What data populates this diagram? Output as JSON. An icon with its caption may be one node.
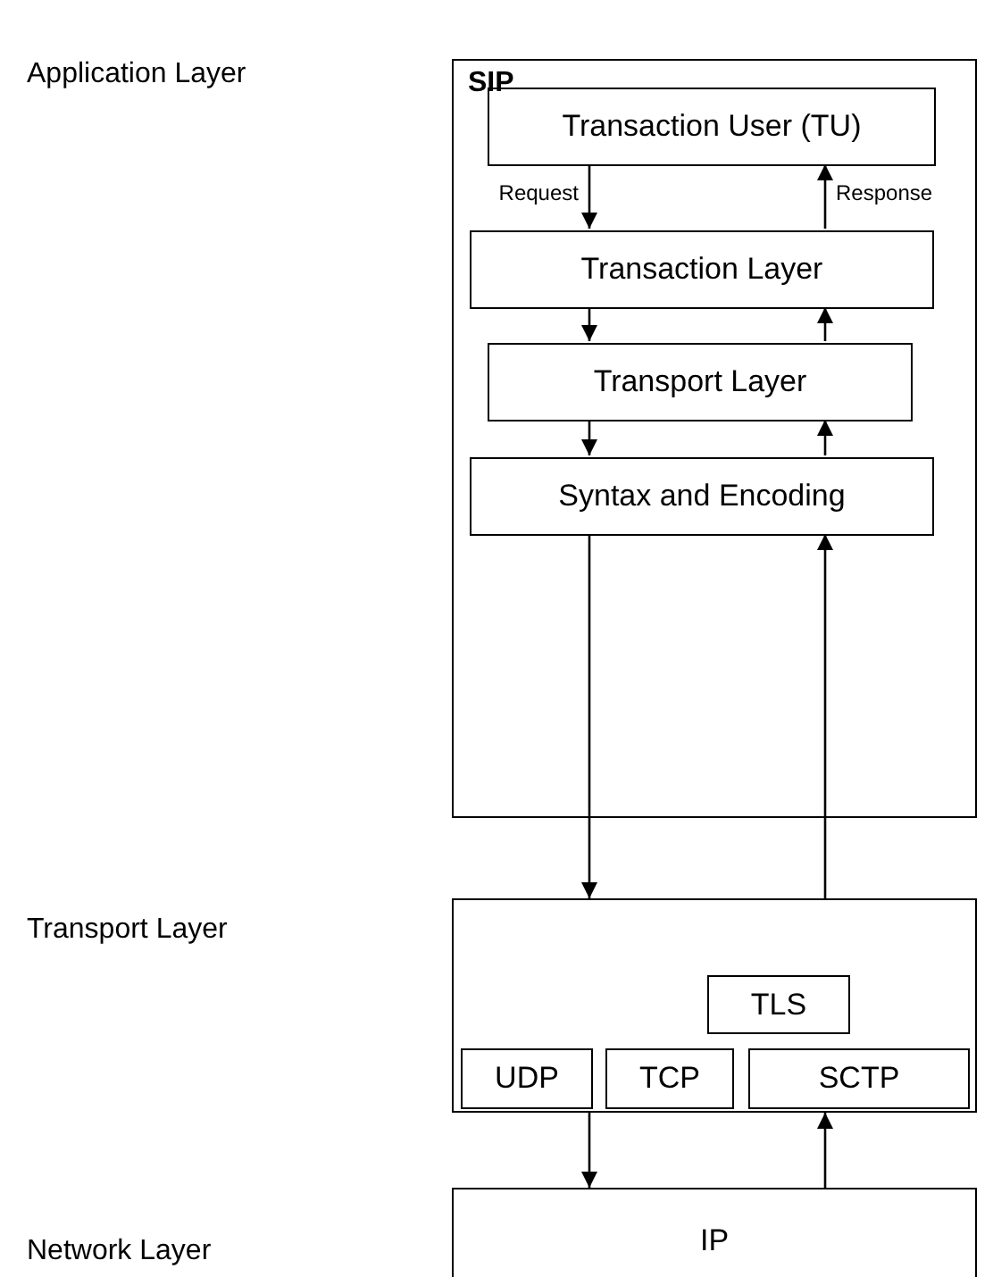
{
  "diagram": {
    "nodes": [
      {
        "text": [
          "SIP"
        ]
      },
      {
        "text": [
          "Transaction User (TU)"
        ],
        "in": 0
      },
      {
        "text": [
          "Transaction Layer"
        ],
        "in": 0
      },
      {
        "text": [
          "Transport Layer"
        ],
        "in": 0
      },
      {
        "text": [
          "Syntax and Encoding"
        ],
        "in": 0
      },
      {
        "text": [],
        "shape": "box"
      },
      {
        "text": [
          "TLS"
        ],
        "in": 5
      },
      {
        "text": [
          "UDP"
        ],
        "in": 5
      },
      {
        "text": [
          "TCP"
        ],
        "in": 5
      },
      {
        "text": [
          "SCTP"
        ],
        "in": 5
      },
      {
        "text": [
          "IP"
        ]
      }
    ],
    "edges": [
      {
        "from": 1,
        "to": 2,
        "arrow": "to",
        "label": "Request"
      },
      {
        "from": 2,
        "to": 3,
        "arrow": "to"
      },
      {
        "from": 3,
        "to": 4,
        "arrow": "to"
      },
      {
        "from": 4,
        "to": 5,
        "arrow": "to"
      },
      {
        "from": 5,
        "to": 10,
        "arrow": "to"
      },
      {
        "from": 2,
        "to": 1,
        "arrow": "to",
        "label": "Response"
      },
      {
        "from": 3,
        "to": 2,
        "arrow": "to"
      },
      {
        "from": 4,
        "to": 3,
        "arrow": "to"
      },
      {
        "from": 5,
        "to": 4,
        "arrow": "to"
      },
      {
        "from": 10,
        "to": 5,
        "arrow": "to"
      }
    ],
    "labels": [
      "Application Layer",
      "Transport Layer",
      "Network Layer"
    ]
  }
}
